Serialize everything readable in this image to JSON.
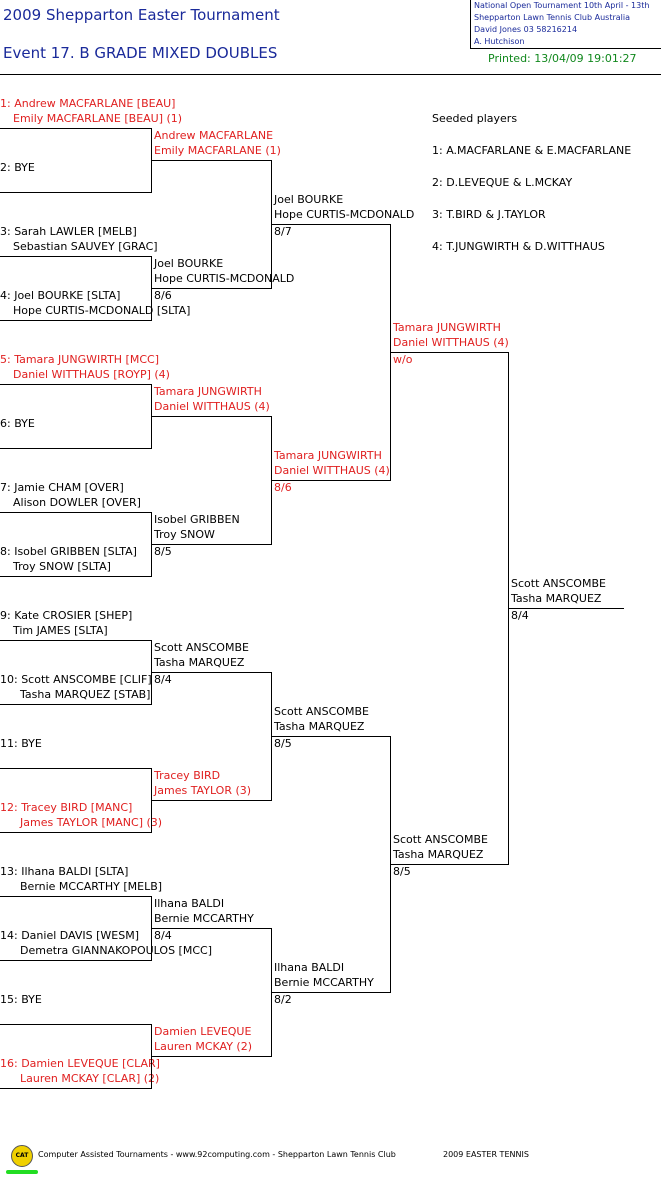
{
  "header": {
    "title": "2009 Shepparton Easter Tournament",
    "event": "Event 17. B GRADE MIXED DOUBLES",
    "info_lines": [
      "National Open Tournament   10th April - 13th",
      "Shepparton Lawn Tennis Club    Australia",
      "David Jones    03 58216214",
      "A. Hutchison"
    ],
    "printed": "Printed: 13/04/09 19:01:27"
  },
  "seeded": {
    "heading": "Seeded players",
    "list": [
      "1: A.MACFARLANE & E.MACFARLANE",
      "2: D.LEVEQUE & L.MCKAY",
      "3: T.BIRD & J.TAYLOR",
      "4: T.JUNGWIRTH & D.WITTHAUS"
    ]
  },
  "draw": [
    {
      "l1": "1: Andrew MACFARLANE [BEAU]",
      "l2": "Emily MACFARLANE [BEAU] (1)",
      "seed": true
    },
    {
      "l1": "2: BYE",
      "l2": "",
      "seed": false
    },
    {
      "l1": "3: Sarah LAWLER [MELB]",
      "l2": "Sebastian SAUVEY [GRAC]",
      "seed": false
    },
    {
      "l1": "4: Joel BOURKE [SLTA]",
      "l2": "Hope CURTIS-MCDONALD [SLTA]",
      "seed": false
    },
    {
      "l1": "5: Tamara JUNGWIRTH [MCC]",
      "l2": "Daniel WITTHAUS [ROYP] (4)",
      "seed": true
    },
    {
      "l1": "6: BYE",
      "l2": "",
      "seed": false
    },
    {
      "l1": "7: Jamie CHAM [OVER]",
      "l2": "Alison DOWLER [OVER]",
      "seed": false
    },
    {
      "l1": "8: Isobel GRIBBEN [SLTA]",
      "l2": "Troy SNOW [SLTA]",
      "seed": false
    },
    {
      "l1": "9: Kate CROSIER [SHEP]",
      "l2": "Tim JAMES [SLTA]",
      "seed": false
    },
    {
      "l1": "10: Scott ANSCOMBE [CLIF]",
      "l2": "Tasha MARQUEZ [STAB]",
      "seed": false
    },
    {
      "l1": "11: BYE",
      "l2": "",
      "seed": false
    },
    {
      "l1": "12: Tracey BIRD [MANC]",
      "l2": "James TAYLOR [MANC] (3)",
      "seed": true
    },
    {
      "l1": "13: Ilhana BALDI [SLTA]",
      "l2": "Bernie MCCARTHY [MELB]",
      "seed": false
    },
    {
      "l1": "14: Daniel DAVIS [WESM]",
      "l2": "Demetra GIANNAKOPOULOS [MCC]",
      "seed": false
    },
    {
      "l1": "15: BYE",
      "l2": "",
      "seed": false
    },
    {
      "l1": "16: Damien LEVEQUE [CLAR]",
      "l2": "Lauren MCKAY [CLAR] (2)",
      "seed": true
    }
  ],
  "round2": [
    {
      "l1": "Andrew MACFARLANE",
      "l2": "Emily MACFARLANE (1)",
      "score": "",
      "seed": true
    },
    {
      "l1": "Joel BOURKE",
      "l2": "Hope CURTIS-MCDONALD",
      "score": "8/6",
      "seed": false
    },
    {
      "l1": "Tamara JUNGWIRTH",
      "l2": "Daniel WITTHAUS (4)",
      "score": "",
      "seed": true
    },
    {
      "l1": "Isobel GRIBBEN",
      "l2": "Troy SNOW",
      "score": "8/5",
      "seed": false
    },
    {
      "l1": "Scott ANSCOMBE",
      "l2": "Tasha MARQUEZ",
      "score": "8/4",
      "seed": false
    },
    {
      "l1": "Tracey BIRD",
      "l2": "James TAYLOR (3)",
      "score": "",
      "seed": true
    },
    {
      "l1": "Ilhana BALDI",
      "l2": "Bernie MCCARTHY",
      "score": "8/4",
      "seed": false
    },
    {
      "l1": "Damien LEVEQUE",
      "l2": "Lauren MCKAY (2)",
      "score": "",
      "seed": true
    }
  ],
  "quarter": [
    {
      "l1": "Joel BOURKE",
      "l2": "Hope CURTIS-MCDONALD",
      "score": "8/7",
      "seed": false
    },
    {
      "l1": "Tamara JUNGWIRTH",
      "l2": "Daniel WITTHAUS (4)",
      "score": "8/6",
      "seed": true
    },
    {
      "l1": "Scott ANSCOMBE",
      "l2": "Tasha MARQUEZ",
      "score": "8/5",
      "seed": false
    },
    {
      "l1": "Ilhana BALDI",
      "l2": "Bernie MCCARTHY",
      "score": "8/2",
      "seed": false
    }
  ],
  "semi": [
    {
      "l1": "Tamara JUNGWIRTH",
      "l2": "Daniel WITTHAUS (4)",
      "score": "w/o",
      "seed": true
    },
    {
      "l1": "Scott ANSCOMBE",
      "l2": "Tasha MARQUEZ",
      "score": "8/5",
      "seed": false
    }
  ],
  "final": [
    {
      "l1": "Scott ANSCOMBE",
      "l2": "Tasha MARQUEZ",
      "score": "8/4",
      "seed": false
    }
  ],
  "footer": {
    "logo": "CAT",
    "credit": "Computer Assisted Tournaments - www.92computing.com -   Shepparton Lawn Tennis Club",
    "event_name": "2009 EASTER TENNIS"
  }
}
